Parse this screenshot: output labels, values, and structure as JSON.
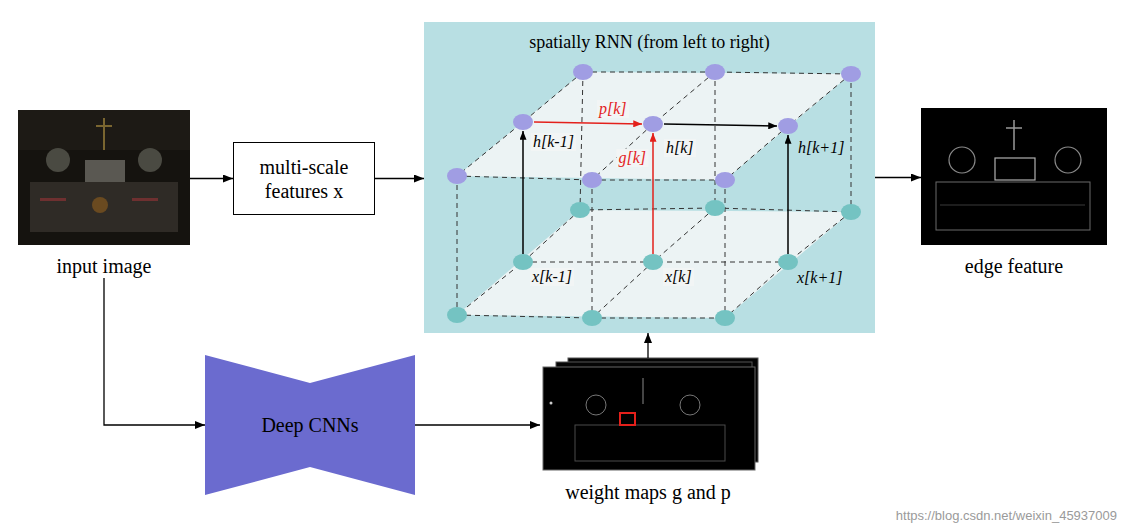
{
  "diagram": {
    "nodes": [
      {
        "text": [
          "input image"
        ]
      },
      {
        "text": [
          "multi-scale features x"
        ]
      },
      {
        "text": [
          "spatially RNN (from left to right)"
        ]
      },
      {
        "text": [
          "edge feature"
        ]
      },
      {
        "text": [
          "Deep CNNs"
        ]
      },
      {
        "text": [
          "weight maps g and p"
        ]
      }
    ],
    "edges": [
      {
        "from": 0,
        "to": 1,
        "arrow": "to"
      },
      {
        "from": 1,
        "to": 2,
        "arrow": "to"
      },
      {
        "from": 2,
        "to": 3,
        "arrow": "to"
      },
      {
        "from": 0,
        "to": 4,
        "arrow": "to"
      },
      {
        "from": 4,
        "to": 5,
        "arrow": "to"
      },
      {
        "from": 5,
        "to": 2,
        "arrow": "to"
      }
    ],
    "labels": [
      "p[k]",
      "h[k-1]",
      "h[k]",
      "g[k]",
      "h[k+1]",
      "x[k-1]",
      "x[k]",
      "x[k+1]",
      "https://blog.csdn.net/weixin_45937009"
    ]
  }
}
